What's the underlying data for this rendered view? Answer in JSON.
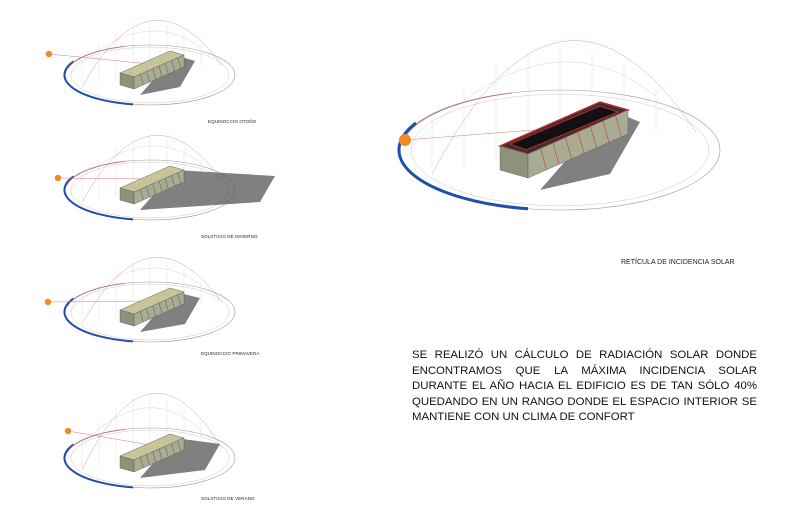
{
  "diagrams": [
    {
      "label": "EQUINOCCIO OTOÑO"
    },
    {
      "label": "SOLSTICIO DE INVIERNO"
    },
    {
      "label": "EQUINOCCIO PRIMAVERA"
    },
    {
      "label": "SOLSTICIO DE VERANO"
    }
  ],
  "main_diagram": {
    "label": "RETÍCULA DE INCIDENCIA SOLAR"
  },
  "description": "Se realizó un cálculo de radiación solar donde encontramos que la máxima incidencia solar durante el año hacia el edificio es de tan sólo 40% quedando en un rango donde el espacio interior se mantiene con un clima de confort",
  "colors": {
    "sun": "#f08a24",
    "path_blue": "#1f4fa8",
    "building": "#c8c49a",
    "shadow": "#555555",
    "incidence": "#c0262b"
  }
}
